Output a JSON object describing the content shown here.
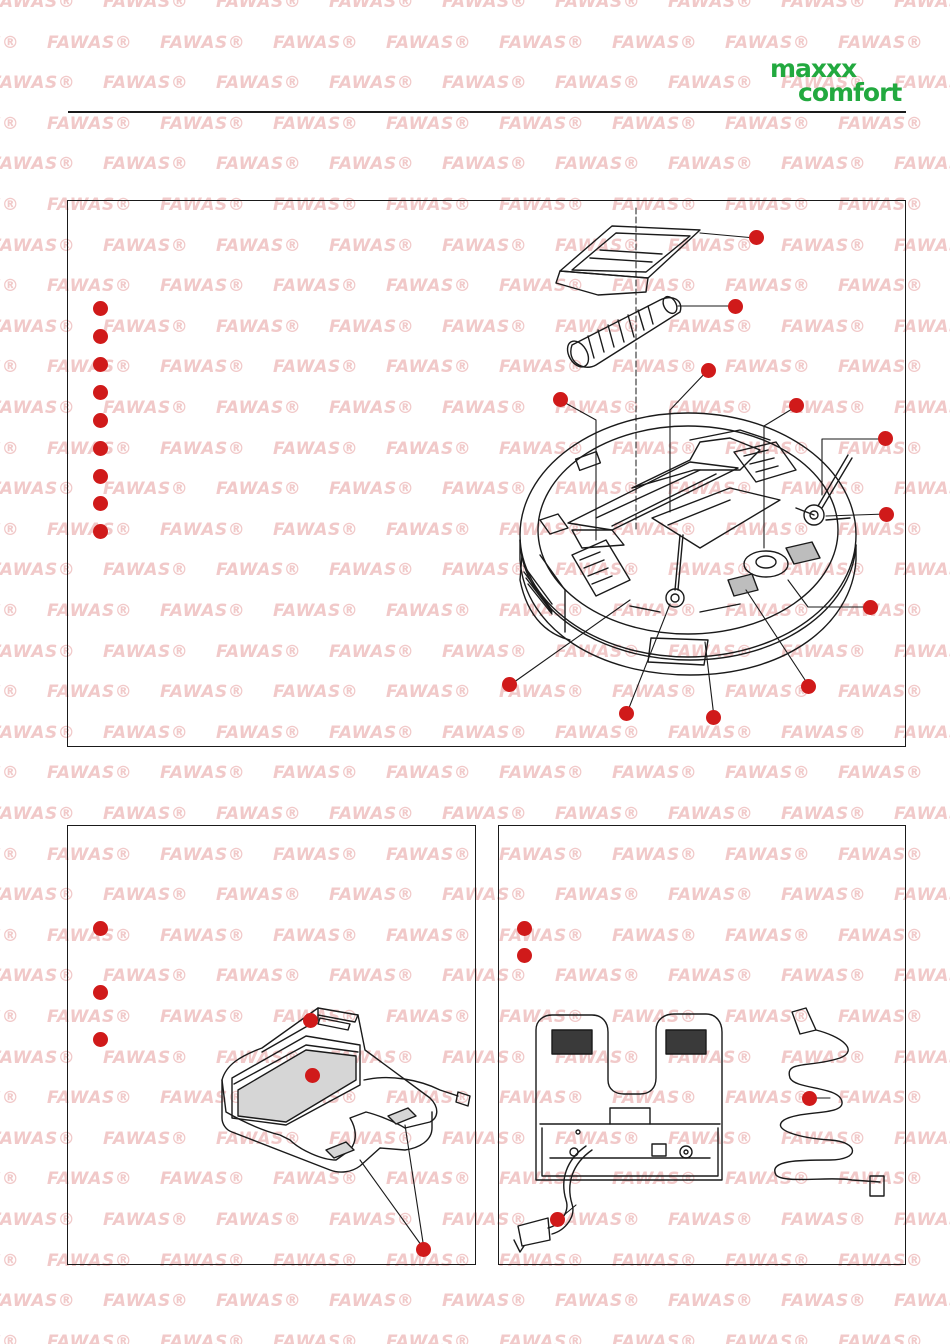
{
  "watermark": {
    "text": "FAWAS®"
  },
  "brand": {
    "line1": "maxxx",
    "line2": "comfort",
    "color": "#22a93f"
  },
  "marker_color": "#d01a1a"
}
